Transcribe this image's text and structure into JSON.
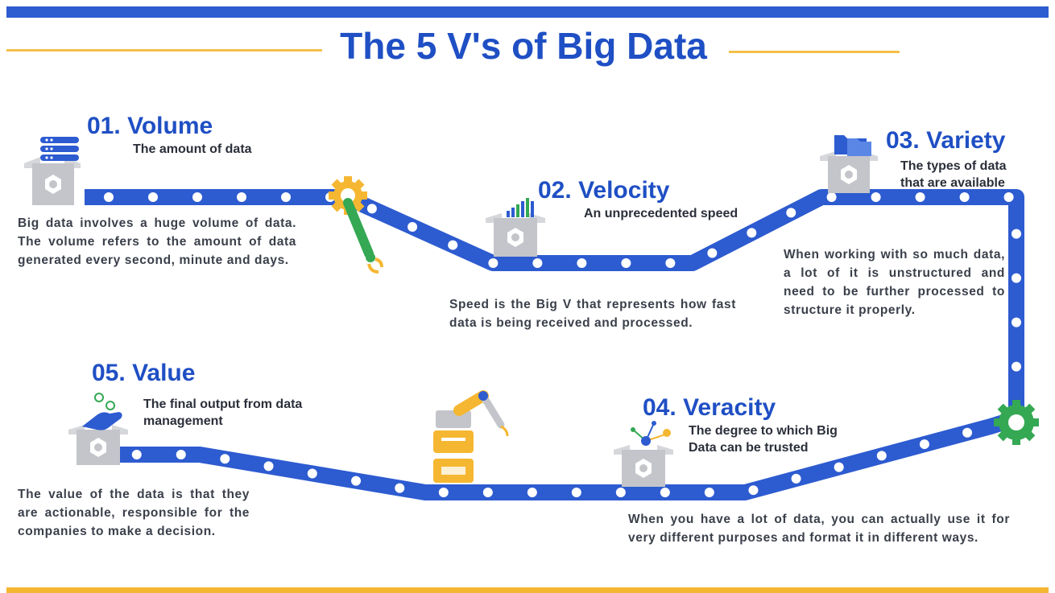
{
  "title": "The 5 V's of Big Data",
  "colors": {
    "belt": "#2d5bd0",
    "accent_yellow": "#f5b731",
    "accent_green": "#34a853",
    "heading_blue": "#1f4fc4"
  },
  "icons": [
    "server-icon",
    "bar-chart-icon",
    "folders-icon",
    "network-nodes-icon",
    "hand-coins-icon",
    "gear-icon",
    "robot-arm-icon",
    "box-icon"
  ],
  "steps": [
    {
      "number": "01.",
      "name": "Volume",
      "subtitle": "The amount of data",
      "description": "Big data involves a huge volume of data. The volume refers to the amount of data generated every second, minute and days."
    },
    {
      "number": "02.",
      "name": "Velocity",
      "subtitle": "An unprecedented speed",
      "description": "Speed is the Big V that represents how fast data is being received and processed."
    },
    {
      "number": "03.",
      "name": "Variety",
      "subtitle": "The types of data that are available",
      "description": "When working with so much data, a lot of it is unstructured and need to be further processed to structure it properly."
    },
    {
      "number": "04.",
      "name": "Veracity",
      "subtitle": "The degree to which Big Data can be trusted",
      "description": "When you have a lot of data, you can actually use it for very different purposes and format it in different ways."
    },
    {
      "number": "05.",
      "name": "Value",
      "subtitle": "The final output from data management",
      "description": "The value of the data is that they are actionable, responsible for the companies to make a decision."
    }
  ]
}
